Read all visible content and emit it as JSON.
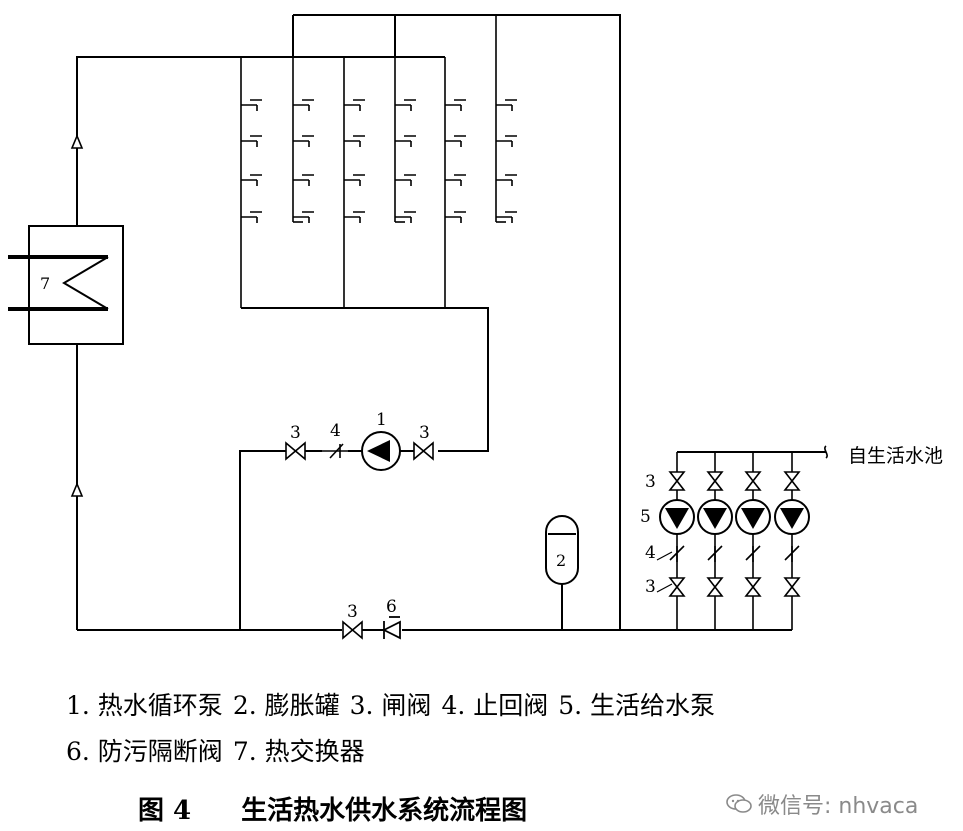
{
  "component_labels": {
    "circ_pump": "1",
    "expansion_tank": "2",
    "gate_valve": "3",
    "check_valve": "4",
    "supply_pump": "5",
    "backflow_preventer": "6",
    "heat_exchanger": "7"
  },
  "source_label": "自生活水池",
  "legend": {
    "line1": [
      "1. 热水循环泵",
      "2. 膨胀罐",
      "3. 闸阀",
      "4. 止回阀",
      "5. 生活给水泵"
    ],
    "line2": [
      "6. 防污隔断阀",
      "7. 热交换器"
    ]
  },
  "caption": {
    "figure_number": "图 4",
    "title": "生活热水供水系统流程图"
  },
  "watermark": "微信号: nhvaca"
}
